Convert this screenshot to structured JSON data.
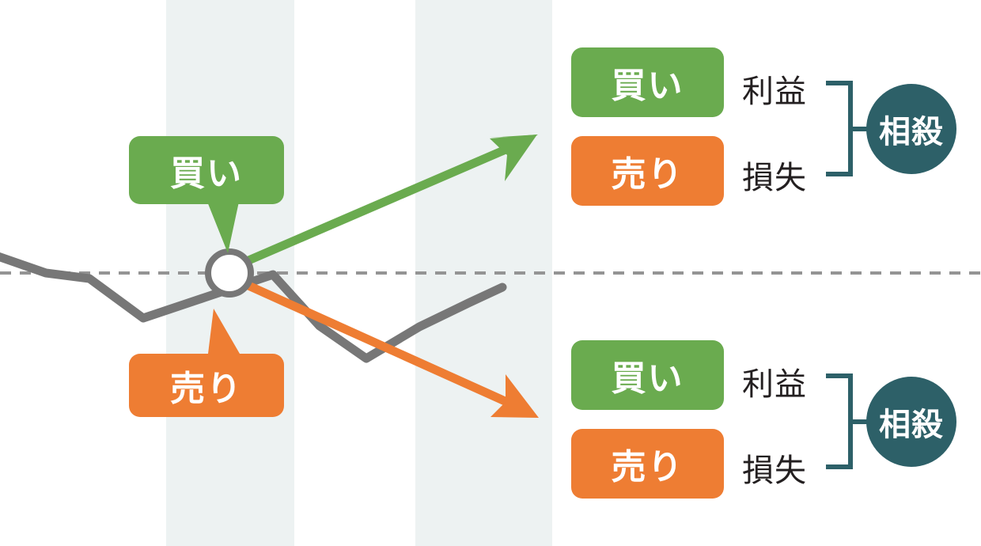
{
  "diagram": {
    "title_text": "",
    "colors": {
      "buy_green": "#6aab4f",
      "sell_orange": "#ee7d33",
      "offset_teal": "#2d6068",
      "price_line_gray": "#777777",
      "band_gray": "#edf2f2",
      "dashed_gray": "#949494",
      "text_dark": "#231f20"
    },
    "chart": {
      "callouts": [
        {
          "name": "buy-callout",
          "label": "買い",
          "color": "#6aab4f"
        },
        {
          "name": "sell-callout",
          "label": "売り",
          "color": "#ee7d33"
        }
      ],
      "entry_marker": "entry-point-circle",
      "arrows": [
        {
          "name": "up-arrow",
          "label": "",
          "color": "#6aab4f",
          "direction": "up-right"
        },
        {
          "name": "down-arrow",
          "label": "",
          "color": "#ee7d33",
          "direction": "down-right"
        }
      ],
      "baseline": "dashed-reference-line"
    },
    "outcome_groups": [
      {
        "name": "up-scenario",
        "badges": [
          {
            "label": "買い",
            "color": "#6aab4f"
          },
          {
            "label": "売り",
            "color": "#ee7d33"
          }
        ],
        "results": [
          {
            "label": "利益"
          },
          {
            "label": "損失"
          }
        ],
        "summary": "相殺"
      },
      {
        "name": "down-scenario",
        "badges": [
          {
            "label": "買い",
            "color": "#6aab4f"
          },
          {
            "label": "売り",
            "color": "#ee7d33"
          }
        ],
        "results": [
          {
            "label": "利益"
          },
          {
            "label": "損失"
          }
        ],
        "summary": "相殺"
      }
    ]
  }
}
